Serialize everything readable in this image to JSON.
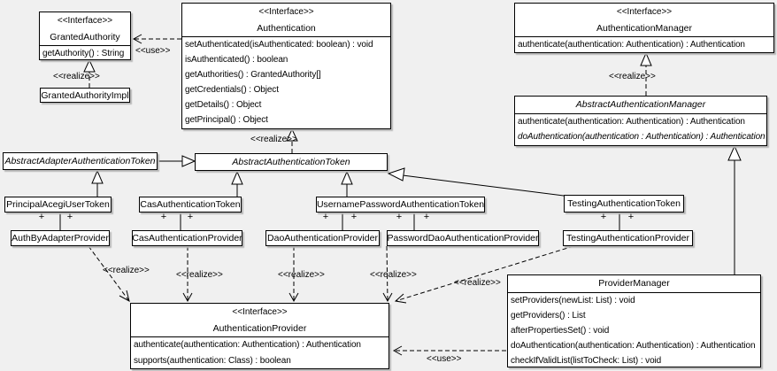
{
  "labels": {
    "realize": "<<realize>>",
    "use": "<<use>>",
    "plus": "+"
  },
  "classes": {
    "granted_authority": {
      "stereotype": "<<Interface>>",
      "name": "GrantedAuthority",
      "methods": [
        "getAuthority() : String"
      ]
    },
    "granted_authority_impl": {
      "name": "GrantedAuthorityImpl"
    },
    "authentication": {
      "stereotype": "<<Interface>>",
      "name": "Authentication",
      "methods": [
        "setAuthenticated(isAuthenticated: boolean) : void",
        "isAuthenticated() : boolean",
        "getAuthorities() : GrantedAuthority[]",
        "getCredentials() : Object",
        "getDetails() : Object",
        "getPrincipal() : Object"
      ]
    },
    "authentication_manager": {
      "stereotype": "<<Interface>>",
      "name": "AuthenticationManager",
      "methods": [
        "authenticate(authentication: Authentication) : Authentication"
      ]
    },
    "abstract_authentication_manager": {
      "name": "AbstractAuthenticationManager",
      "methods": [
        "authenticate(authentication: Authentication) : Authentication",
        "doAuthentication(authentication : Authentication) : Authentication"
      ]
    },
    "abstract_adapter_authentication_token": {
      "name": "AbstractAdapterAuthenticationToken"
    },
    "abstract_authentication_token": {
      "name": "AbstractAuthenticationToken"
    },
    "principal_acegi_user_token": {
      "name": "PrincipalAcegiUserToken"
    },
    "cas_authentication_token": {
      "name": "CasAuthenticationToken"
    },
    "username_password_authentication_token": {
      "name": "UsernamePasswordAuthenticationToken"
    },
    "testing_authentication_token": {
      "name": "TestingAuthenticationToken"
    },
    "auth_by_adapter_provider": {
      "name": "AuthByAdapterProvider"
    },
    "cas_authentication_provider": {
      "name": "CasAuthenticationProvider"
    },
    "dao_authentication_provider": {
      "name": "DaoAuthenticationProvider"
    },
    "password_dao_authentication_provider": {
      "name": "PasswordDaoAuthenticationProvider"
    },
    "testing_authentication_provider": {
      "name": "TestingAuthenticationProvider"
    },
    "authentication_provider": {
      "stereotype": "<<Interface>>",
      "name": "AuthenticationProvider",
      "methods": [
        "authenticate(authentication: Authentication) : Authentication",
        "supports(authentication: Class) : boolean"
      ]
    },
    "provider_manager": {
      "name": "ProviderManager",
      "methods": [
        "setProviders(newList: List) : void",
        "getProviders() : List",
        "afterPropertiesSet() : void",
        "doAuthentication(authentication: Authentication) : Authentication",
        "checkIfValidList(listToCheck: List) : void"
      ]
    }
  }
}
